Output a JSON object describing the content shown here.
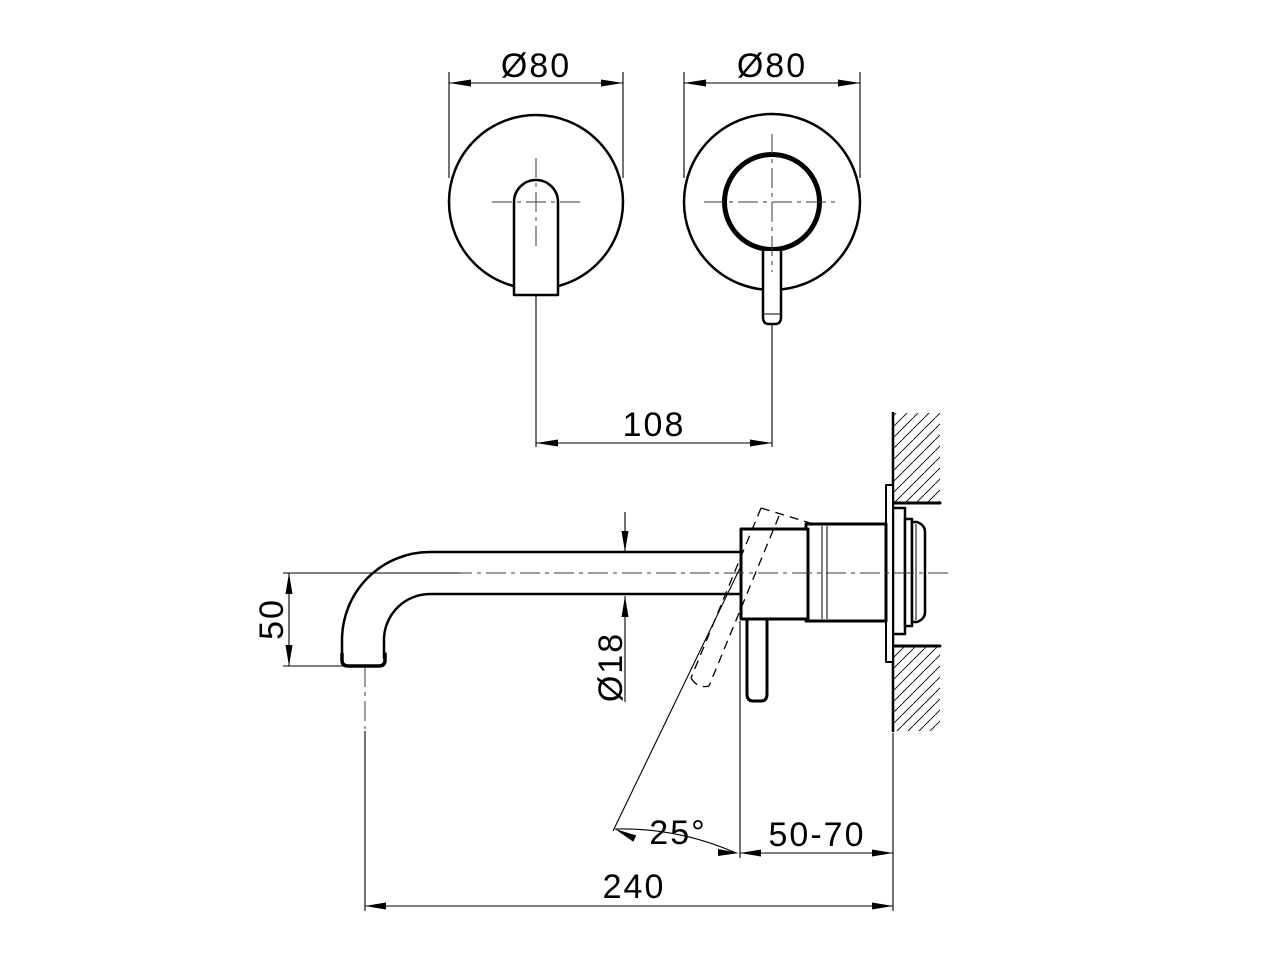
{
  "drawing": {
    "colors": {
      "line": "#000000",
      "centerline": "#3a3a3a",
      "background": "#ffffff"
    },
    "front_view": {
      "spout_trim": {
        "diameter_label": "Ø80"
      },
      "handle_trim": {
        "diameter_label": "Ø80"
      },
      "spacing_label": "108"
    },
    "side_view": {
      "spout_drop_label": "50",
      "spout_tube_diameter_label": "Ø18",
      "handle_swing_angle_label": "25°",
      "wall_depth_range_label": "50-70",
      "spout_reach_label": "240"
    }
  }
}
